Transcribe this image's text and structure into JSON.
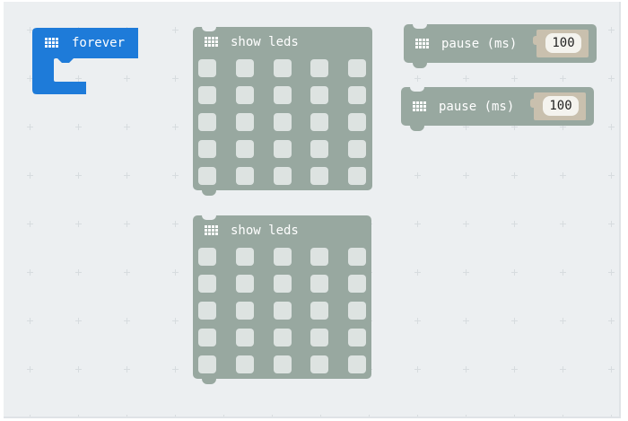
{
  "workspace": {
    "background": "#eceff1",
    "grid_spacing": 54
  },
  "blocks": {
    "forever": {
      "label": "forever",
      "icon": "led-grid-icon",
      "color": "#1e7bd9"
    },
    "show_leds_1": {
      "label": "show leds",
      "icon": "led-grid-icon",
      "color": "#98a8a0",
      "rows": 5,
      "cols": 5
    },
    "show_leds_2": {
      "label": "show leds",
      "icon": "led-grid-icon",
      "color": "#98a8a0",
      "rows": 5,
      "cols": 5
    },
    "pause_1": {
      "label": "pause (ms)",
      "icon": "led-grid-icon",
      "value": "100"
    },
    "pause_2": {
      "label": "pause (ms)",
      "icon": "led-grid-icon",
      "value": "100"
    }
  },
  "colors": {
    "basic_block": "#98a8a0",
    "loop_block": "#1e7bd9",
    "led_off": "#dde3e1",
    "number_slot": "#c9c0ae"
  }
}
